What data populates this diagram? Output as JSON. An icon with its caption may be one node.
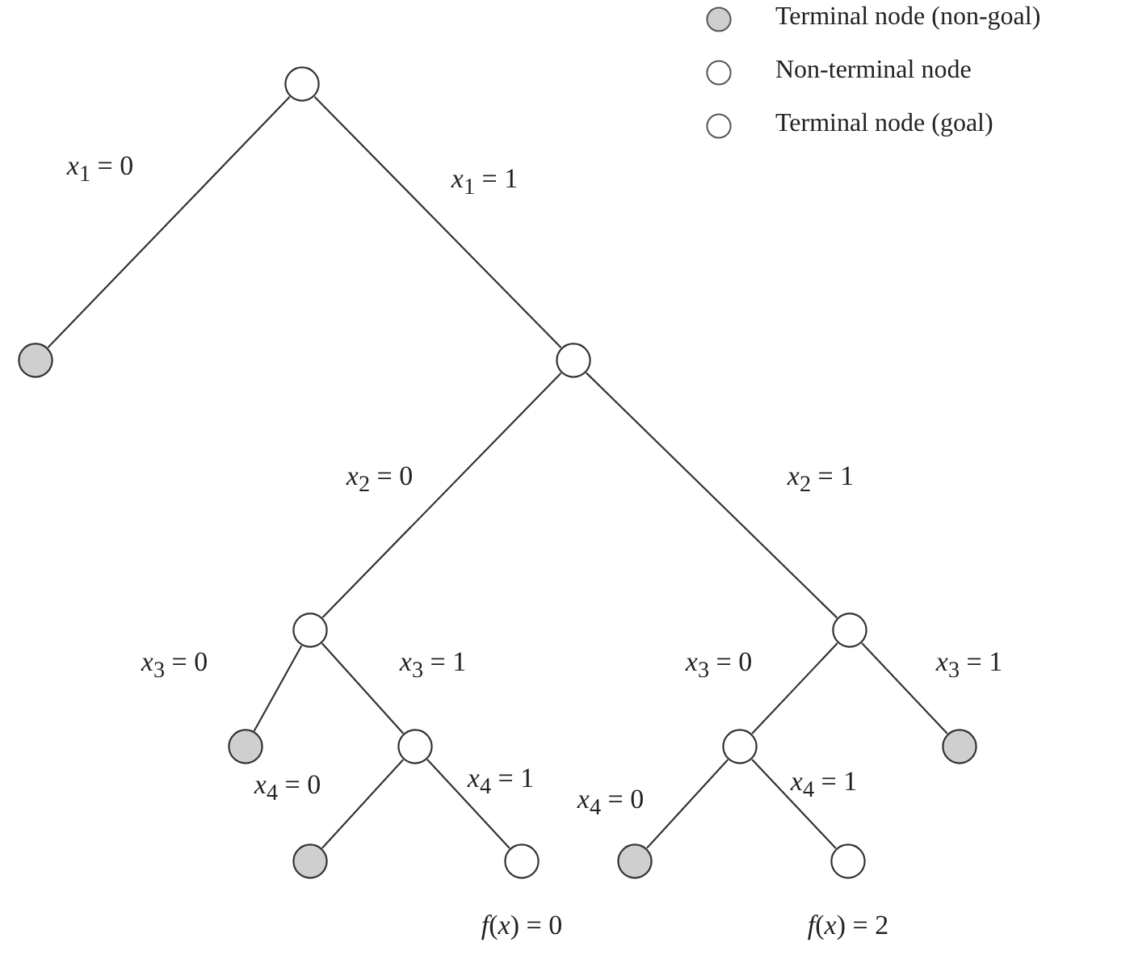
{
  "diagram": {
    "nodes": [
      {
        "text": [],
        "shape": "circle"
      },
      {
        "text": [],
        "shape": "circle"
      },
      {
        "text": [],
        "shape": "circle"
      },
      {
        "text": [],
        "shape": "circle"
      },
      {
        "text": [],
        "shape": "circle"
      },
      {
        "text": [],
        "shape": "circle"
      },
      {
        "text": [],
        "shape": "circle"
      },
      {
        "text": [],
        "shape": "circle"
      },
      {
        "text": [],
        "shape": "circle"
      },
      {
        "text": [],
        "shape": "circle"
      },
      {
        "text": [],
        "shape": "circle",
        "beside": [
          "*f*(*x*) = 0"
        ]
      },
      {
        "text": [],
        "shape": "circle"
      },
      {
        "text": [],
        "shape": "circle",
        "beside": [
          "*f*(*x*) = 2"
        ]
      }
    ],
    "edges": [
      {
        "from": 0,
        "to": 1,
        "arrow": "none",
        "label": "*x*$_{1}$ = 0"
      },
      {
        "from": 0,
        "to": 2,
        "arrow": "none",
        "label": "*x*$_{1}$ = 1"
      },
      {
        "from": 2,
        "to": 3,
        "arrow": "none",
        "label": "*x*$_{2}$ = 0"
      },
      {
        "from": 2,
        "to": 4,
        "arrow": "none",
        "label": "*x*$_{2}$ = 1"
      },
      {
        "from": 3,
        "to": 5,
        "arrow": "none",
        "label": "*x*$_{3}$ = 0"
      },
      {
        "from": 3,
        "to": 6,
        "arrow": "none",
        "label": "*x*$_{3}$ = 1"
      },
      {
        "from": 4,
        "to": 7,
        "arrow": "none",
        "label": "*x*$_{3}$ = 0"
      },
      {
        "from": 4,
        "to": 8,
        "arrow": "none",
        "label": "*x*$_{3}$ = 1"
      },
      {
        "from": 6,
        "to": 9,
        "arrow": "none",
        "label": "*x*$_{4}$ = 0"
      },
      {
        "from": 6,
        "to": 10,
        "arrow": "none",
        "label": "*x*$_{4}$ = 1"
      },
      {
        "from": 7,
        "to": 11,
        "arrow": "none",
        "label": "*x*$_{4}$ = 0"
      },
      {
        "from": 7,
        "to": 12,
        "arrow": "none",
        "label": "*x*$_{4}$ = 1"
      }
    ],
    "legend": [
      {
        "text": "Terminal node (non-goal)"
      },
      {
        "text": "Non-terminal node"
      },
      {
        "text": "Terminal node (goal)"
      }
    ]
  }
}
